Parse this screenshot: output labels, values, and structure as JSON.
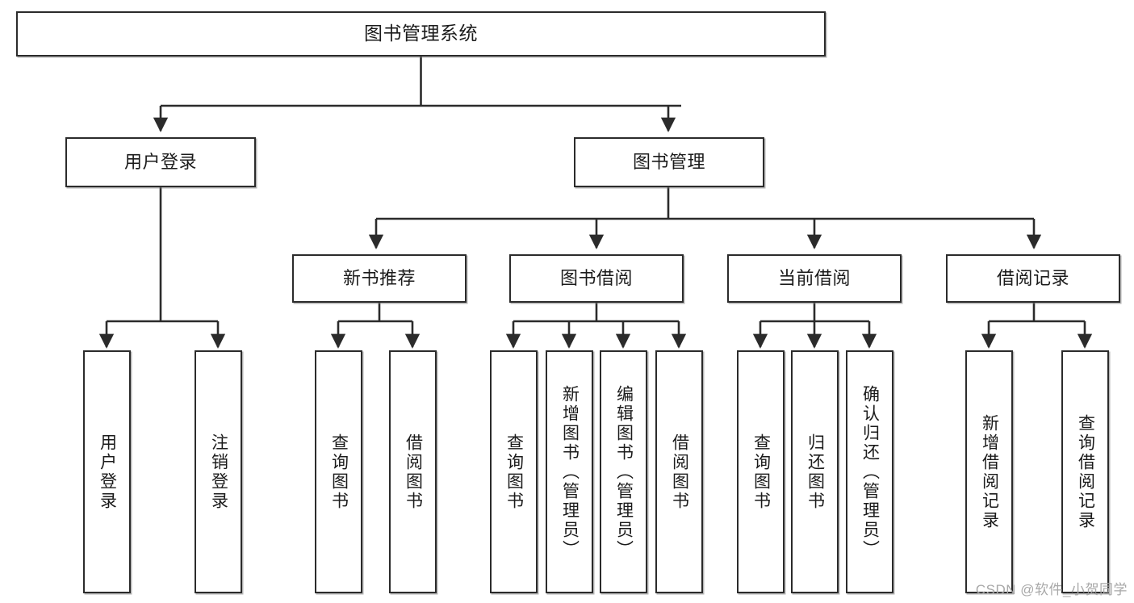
{
  "diagram": {
    "title": "图书管理系统",
    "type": "tree-hierarchy",
    "watermark": "CSDN @软件_小贺同学",
    "line_color": "#2b2b2b",
    "box_fill": "#ffffff",
    "text_color": "#1b1b1b"
  },
  "nodes": {
    "root": {
      "label": "图书管理系统"
    },
    "level2": [
      {
        "id": "user-login",
        "label": "用户登录"
      },
      {
        "id": "book-manage",
        "label": "图书管理"
      }
    ],
    "level3": [
      {
        "id": "new-book-recommend",
        "label": "新书推荐"
      },
      {
        "id": "book-borrow",
        "label": "图书借阅"
      },
      {
        "id": "current-borrow",
        "label": "当前借阅"
      },
      {
        "id": "borrow-record",
        "label": "借阅记录"
      }
    ],
    "leaves": {
      "user-login": [
        {
          "id": "leaf-user-login",
          "label": "用户登录"
        },
        {
          "id": "leaf-user-logout",
          "label": "注销登录"
        }
      ],
      "new-book-recommend": [
        {
          "id": "leaf-query-book-1",
          "label": "查询图书"
        },
        {
          "id": "leaf-borrow-book-1",
          "label": "借阅图书"
        }
      ],
      "book-borrow": [
        {
          "id": "leaf-query-book-2",
          "label": "查询图书"
        },
        {
          "id": "leaf-add-book",
          "label": "新增图书（管理员）"
        },
        {
          "id": "leaf-edit-book",
          "label": "编辑图书（管理员）"
        },
        {
          "id": "leaf-borrow-book-2",
          "label": "借阅图书"
        }
      ],
      "current-borrow": [
        {
          "id": "leaf-query-book-3",
          "label": "查询图书"
        },
        {
          "id": "leaf-return-book",
          "label": "归还图书"
        },
        {
          "id": "leaf-confirm-return",
          "label": "确认归还（管理员）"
        }
      ],
      "borrow-record": [
        {
          "id": "leaf-add-record",
          "label": "新增借阅记录"
        },
        {
          "id": "leaf-query-record",
          "label": "查询借阅记录"
        }
      ]
    }
  }
}
